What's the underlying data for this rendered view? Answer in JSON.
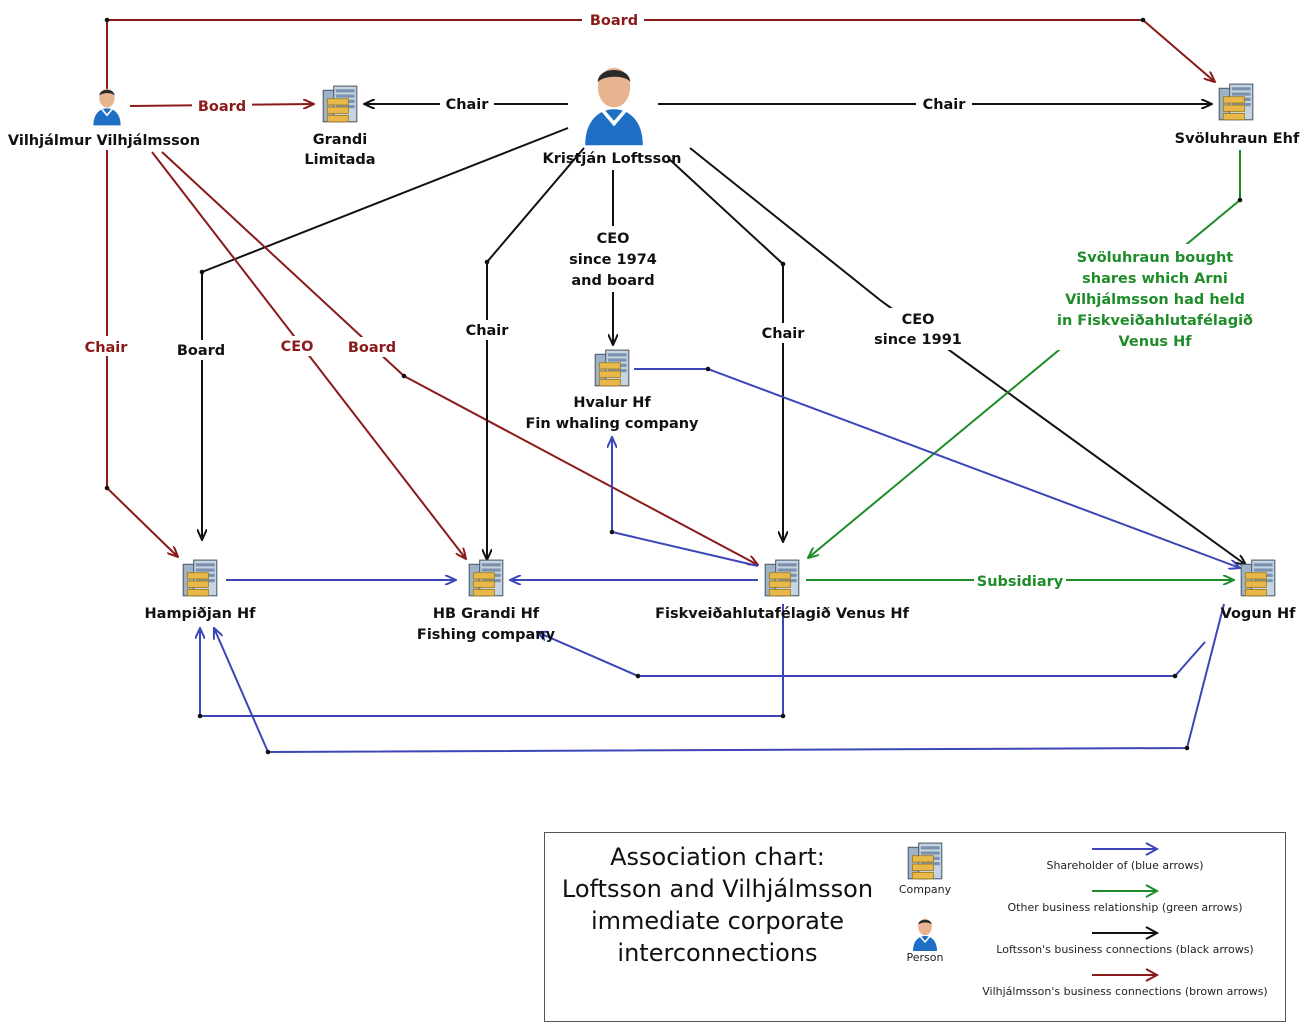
{
  "colors": {
    "blue": "#3c46b8",
    "green": "#1e8c28",
    "black": "#111111",
    "brown": "#8b1a1a"
  },
  "nodes": {
    "vilhjalmur": "Vilhjálmur Vilhjálmsson",
    "grandi_limitada": [
      "Grandi",
      "Limitada"
    ],
    "kristjan": "Kristján Loftsson",
    "svoluhraun": "Svöluhraun Ehf",
    "hvalur": [
      "Hvalur Hf",
      "Fin whaling company"
    ],
    "hampidjan": "Hampiðjan Hf",
    "hb_grandi": [
      "HB Grandi Hf",
      "Fishing company"
    ],
    "venus": "Fiskveiðahlutafélagið Venus Hf",
    "vogun": "Vogun Hf"
  },
  "edge_labels": {
    "board_top": "Board",
    "board_vil_grandi": "Board",
    "chair_kris_grandi": "Chair",
    "chair_kris_svol": "Chair",
    "chair_vil": "Chair",
    "board_kris_hamp": "Board",
    "ceo_vil": "CEO",
    "board_vil_venus": "Board",
    "chair_kris_hb": "Chair",
    "ceo_hvalur": [
      "CEO",
      "since 1974",
      "and board"
    ],
    "chair_kris_venus": "Chair",
    "ceo_vogun": [
      "CEO",
      "since 1991"
    ],
    "svol_note": [
      "Svöluhraun bought",
      "shares which Arni",
      "Vilhjálmsson had held",
      "in Fiskveiðahlutafélagið",
      "Venus Hf"
    ],
    "subsidiary": "Subsidiary"
  },
  "legend": {
    "title": [
      "Association chart:",
      "Loftsson and Vilhjálmsson",
      "immediate corporate",
      "interconnections"
    ],
    "company": "Company",
    "person": "Person",
    "items": [
      {
        "label": "Shareholder of (blue arrows)",
        "color_key": "blue"
      },
      {
        "label": "Other business relationship (green arrows)",
        "color_key": "green"
      },
      {
        "label": "Loftsson's business connections (black arrows)",
        "color_key": "black"
      },
      {
        "label": "Vilhjálmsson's business connections (brown arrows)",
        "color_key": "brown"
      }
    ]
  }
}
